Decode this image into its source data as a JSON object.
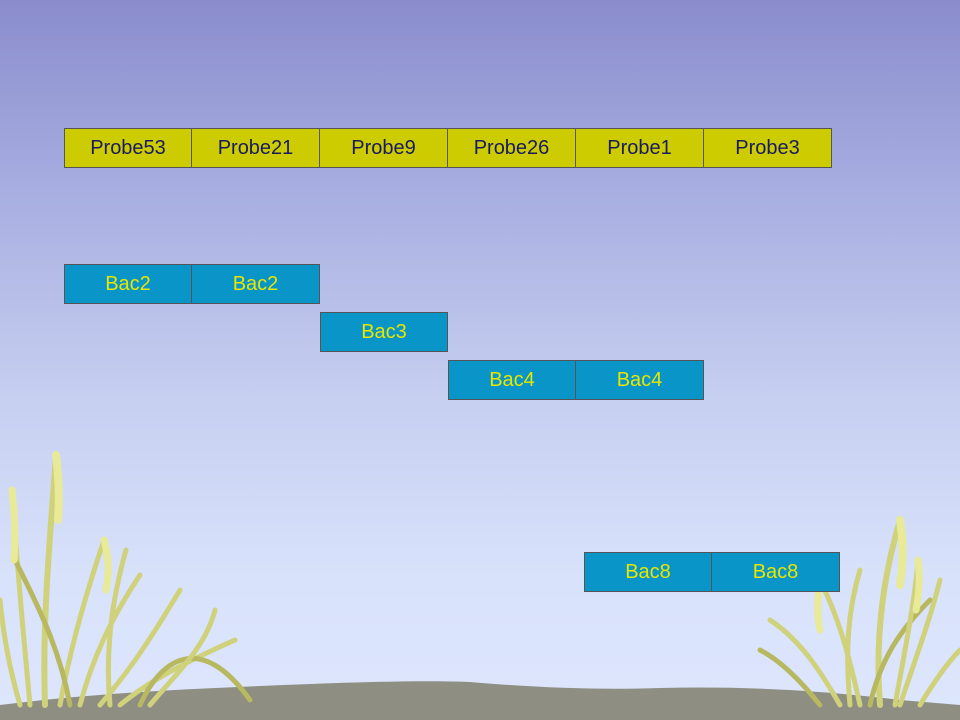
{
  "probes": [
    "Probe53",
    "Probe21",
    "Probe9",
    "Probe26",
    "Probe1",
    "Probe3"
  ],
  "bac_rows": [
    {
      "labels": [
        "Bac2",
        "Bac2"
      ]
    },
    {
      "labels": [
        "Bac3"
      ]
    },
    {
      "labels": [
        "Bac4",
        "Bac4"
      ]
    },
    {
      "labels": [
        "Bac8",
        "Bac8"
      ]
    }
  ],
  "colors": {
    "probe_fill": "#cccc00",
    "probe_text": "#1a1a5e",
    "bac_fill": "#0a95c8",
    "bac_text": "#e6e600",
    "ground": "#8e8e83",
    "grass": "#cfd27a"
  },
  "decoration": {
    "left_grass": "grass-clump",
    "right_grass": "grass-clump",
    "ground": "hill-ground"
  }
}
